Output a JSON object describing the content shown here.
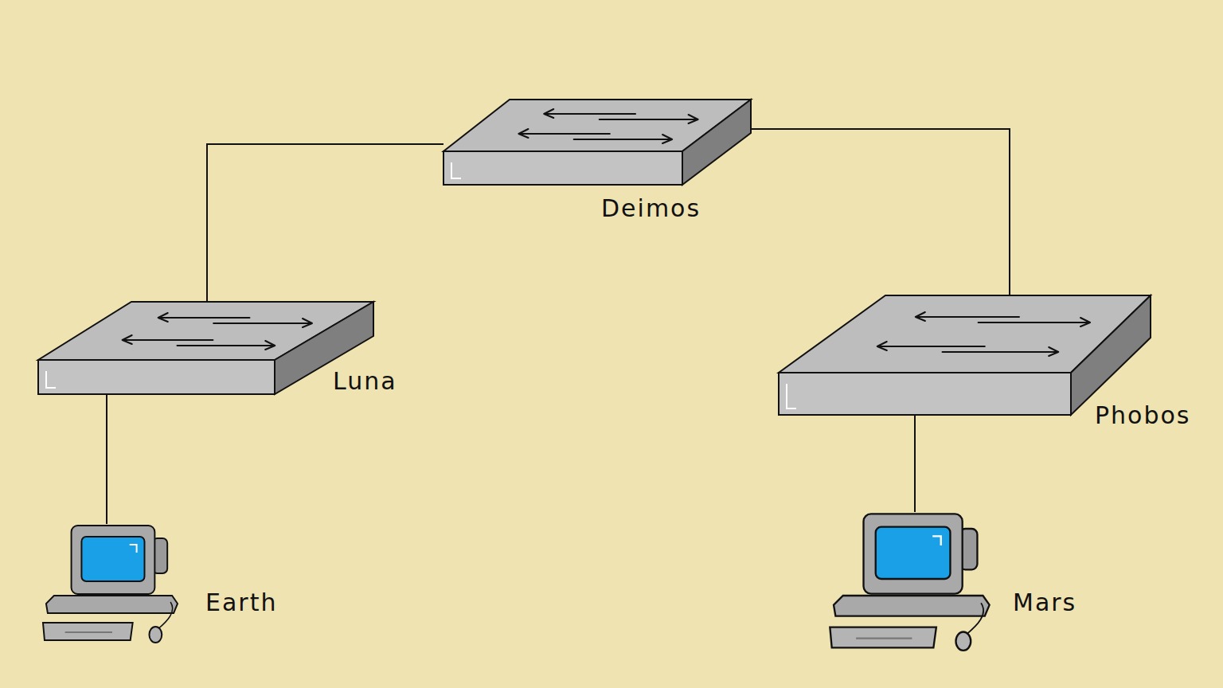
{
  "diagram": {
    "nodes": [
      {
        "text": [
          "Deimos"
        ]
      },
      {
        "text": [
          "Luna"
        ]
      },
      {
        "text": [
          "Phobos"
        ]
      },
      {
        "text": [
          "Earth"
        ]
      },
      {
        "text": [
          "Mars"
        ]
      }
    ],
    "edges": [
      {
        "from": 0,
        "to": 1,
        "arrow": "none"
      },
      {
        "from": 0,
        "to": 2,
        "arrow": "none"
      },
      {
        "from": 1,
        "to": 3,
        "arrow": "none"
      },
      {
        "from": 2,
        "to": 4,
        "arrow": "none"
      }
    ]
  }
}
